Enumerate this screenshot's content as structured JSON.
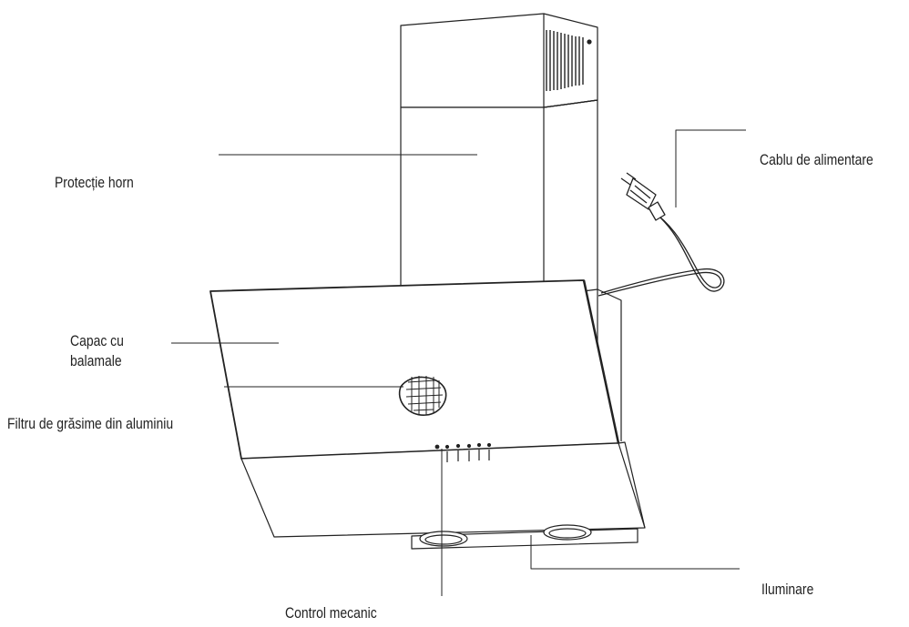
{
  "labels": {
    "chimney_cover": "Protecție horn",
    "power_cable": "Cablu de alimentare",
    "hinged_cover": "Capac cu\nbalamale",
    "grease_filter": "Filtru de grăsime din aluminiu",
    "mechanical_control": "Control mecanic",
    "lighting": "Iluminare"
  }
}
